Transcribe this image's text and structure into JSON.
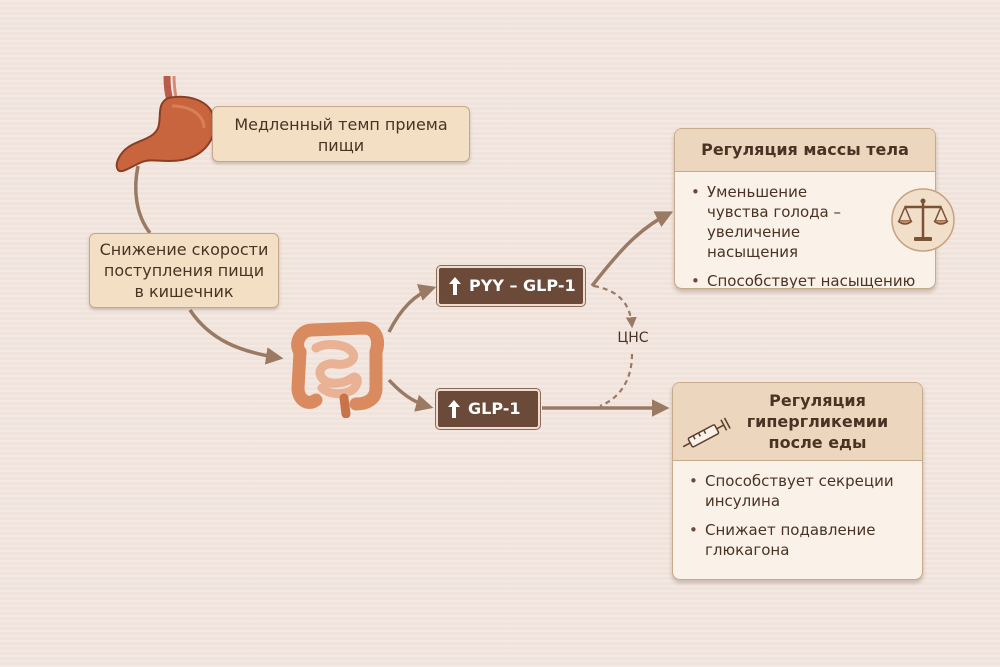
{
  "nodes": {
    "slow_intake": {
      "label": "Медленный темп приема\nпищи"
    },
    "rate_reduction": {
      "label": "Снижение скорости\nпоступления пищи\nв кишечник"
    },
    "pyy_glp": {
      "label": "PYY – GLP-1"
    },
    "glp": {
      "label": "GLP-1"
    },
    "cns": {
      "label": "ЦНС"
    }
  },
  "cards": {
    "body_mass": {
      "title": "Регуляция массы тела",
      "items": [
        "Уменьшение чувства голода – увеличение насыщения",
        "Способствует насыщению"
      ]
    },
    "hyperglycemia": {
      "title": "Регуляция\nгипергликемии\nпосле еды",
      "items": [
        "Способствует секреции инсулина",
        "Снижает подавление глюкагона"
      ]
    }
  },
  "icons": {
    "stomach": "stomach-icon",
    "intestine": "intestine-icon",
    "scale": "balance-scale-icon",
    "syringe": "syringe-icon",
    "up": "up-arrow-icon"
  },
  "colors": {
    "background": "#f3e6df",
    "box_fill": "#f2dfc4",
    "card_fill": "#faf1e8",
    "hormone_fill": "#6b4a3a",
    "arrow": "#9b7a63",
    "text": "#4a3324"
  }
}
